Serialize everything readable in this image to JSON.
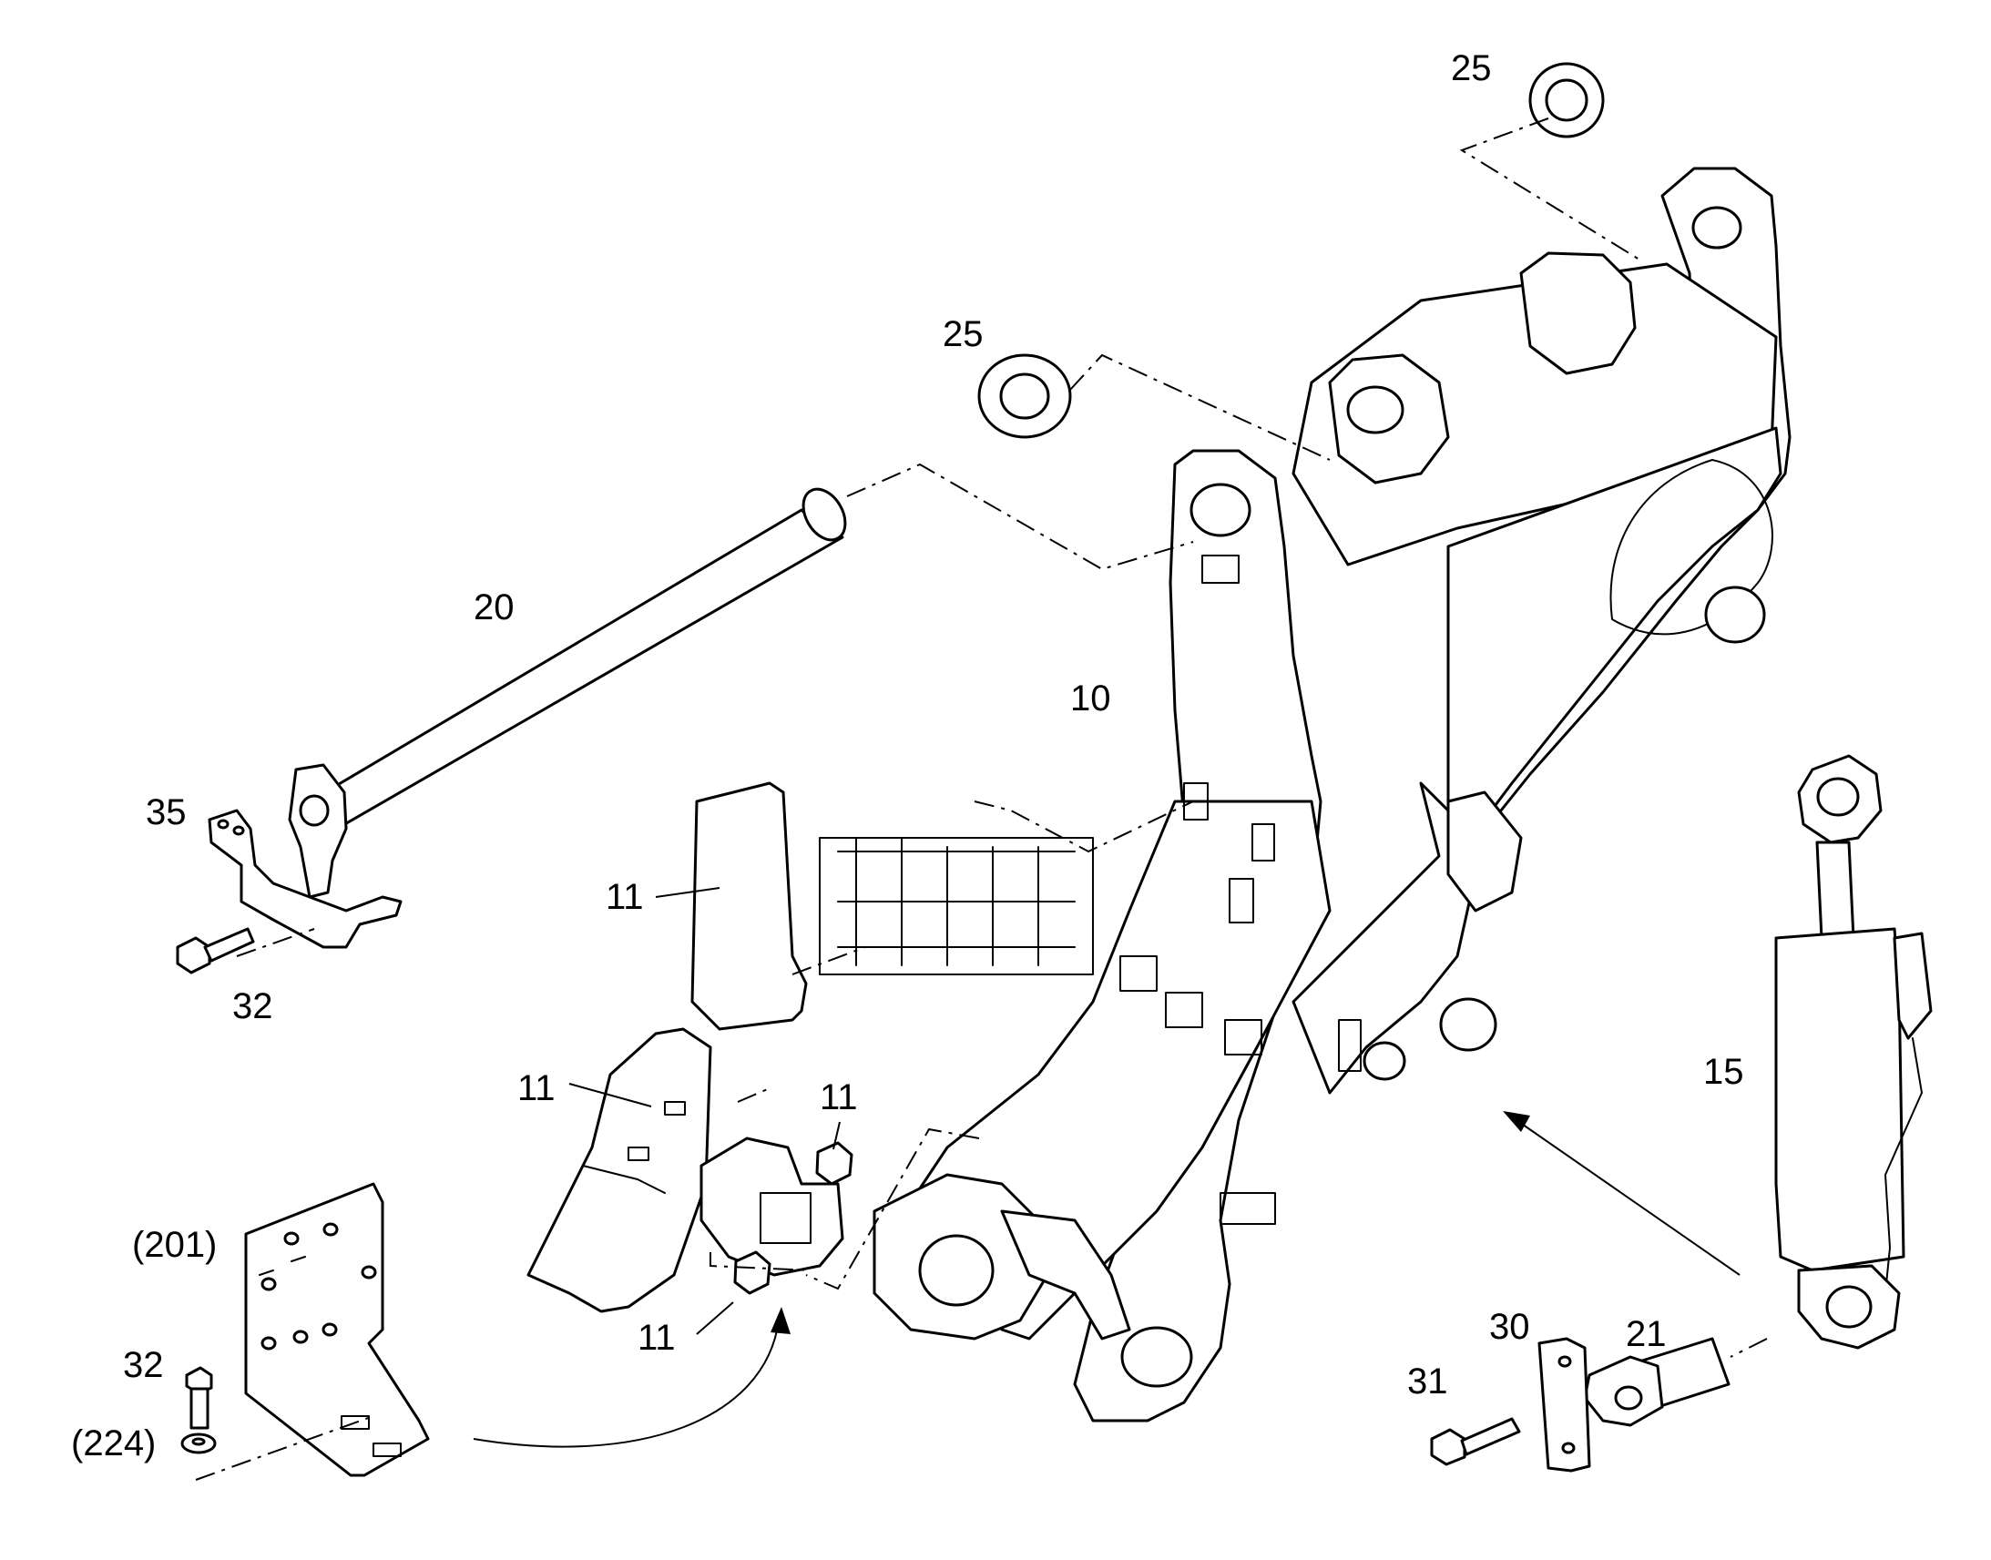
{
  "colors": {
    "line": "#000000",
    "background": "#ffffff"
  },
  "callouts": {
    "frame_10": "10",
    "bracket_11_top": "11",
    "bracket_11_mid": "11",
    "nut_11_right": "11",
    "nut_11_bottom": "11",
    "cylinder_15": "15",
    "cylinder_20": "20",
    "pin_21": "21",
    "washer_25_top": "25",
    "washer_25_mid": "25",
    "plate_30": "30",
    "bolt_31": "31",
    "bolt_32_left": "32",
    "bolt_32_bottom": "32",
    "bracket_35": "35",
    "bracket_201": "(201)",
    "washer_224": "(224)"
  }
}
